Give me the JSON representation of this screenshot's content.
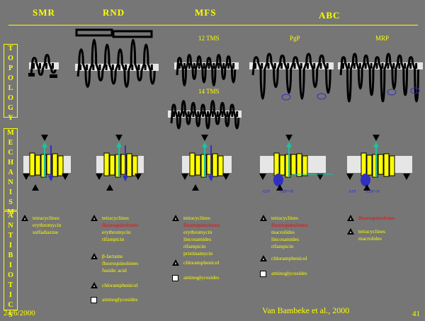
{
  "headers": {
    "smr": "SMR",
    "rnd": "RND",
    "mfs": "MFS",
    "abc": "ABC"
  },
  "sublabels": {
    "mfs12": "12 TMS",
    "mfs14": "14 TMS",
    "pgp": "PgP",
    "mrp": "MRP"
  },
  "side_labels": {
    "topology": "TOPOLOGY",
    "mechanism": "MECHANISM",
    "antibiotics": "ANTIBIOTICS"
  },
  "mechanism_labels": {
    "atp": "ATP",
    "adp": "ADP+Pi"
  },
  "colors": {
    "background": "#767676",
    "text": "#ffff00",
    "highlight": "#ff0000",
    "membrane": "#e6e6e6",
    "helix": "#ffff00",
    "substrate_flow": "#20c0a0",
    "proton_flow": "#3030c0"
  },
  "antibiotics": [
    {
      "family": "SMR",
      "groups": [
        {
          "icon": "triangle",
          "items": [
            {
              "text": "tetracyclines",
              "color": "yellow"
            },
            {
              "text": "erythromycin",
              "color": "yellow"
            },
            {
              "text": "sulfadiazine",
              "color": "yellow"
            }
          ]
        }
      ]
    },
    {
      "family": "RND",
      "groups": [
        {
          "icon": "triangle",
          "items": [
            {
              "text": "tetracyclines",
              "color": "yellow"
            },
            {
              "text": "fluoroquinolones",
              "color": "red"
            },
            {
              "text": "erythromycin",
              "color": "yellow"
            },
            {
              "text": "rifampicin",
              "color": "yellow"
            }
          ]
        },
        {
          "icon": "triangle",
          "items": [
            {
              "text": "β-lactams",
              "color": "yellow"
            },
            {
              "text": "fluoroquinolones",
              "color": "yellow"
            },
            {
              "text": "fusidic acid",
              "color": "yellow"
            }
          ]
        },
        {
          "icon": "triangle",
          "items": [
            {
              "text": "chloramphenicol",
              "color": "yellow"
            }
          ]
        },
        {
          "icon": "square",
          "items": [
            {
              "text": "aminoglycosides",
              "color": "yellow"
            }
          ]
        }
      ]
    },
    {
      "family": "MFS",
      "groups": [
        {
          "icon": "triangle",
          "items": [
            {
              "text": "tetracyclines",
              "color": "yellow"
            },
            {
              "text": "fluoroquinolones",
              "color": "red"
            },
            {
              "text": "erythromycin",
              "color": "yellow"
            },
            {
              "text": "lincosamides",
              "color": "yellow"
            },
            {
              "text": "rifampicin",
              "color": "yellow"
            },
            {
              "text": "pristinamycin",
              "color": "yellow"
            }
          ]
        },
        {
          "icon": "triangle",
          "items": [
            {
              "text": "chloramphenicol",
              "color": "yellow"
            }
          ]
        },
        {
          "icon": "square",
          "items": [
            {
              "text": "aminoglycosides",
              "color": "yellow"
            }
          ]
        }
      ]
    },
    {
      "family": "PgP",
      "groups": [
        {
          "icon": "triangle",
          "items": [
            {
              "text": "tetracyclines",
              "color": "yellow"
            },
            {
              "text": "fluoroquinolones",
              "color": "red"
            },
            {
              "text": "macrolides",
              "color": "yellow"
            },
            {
              "text": "lincosamides",
              "color": "yellow"
            },
            {
              "text": "rifampicin",
              "color": "yellow"
            }
          ]
        },
        {
          "icon": "triangle",
          "items": [
            {
              "text": "chloramphenicol",
              "color": "yellow"
            }
          ]
        },
        {
          "icon": "square",
          "items": [
            {
              "text": "aminoglycosides",
              "color": "yellow"
            }
          ]
        }
      ]
    },
    {
      "family": "MRP",
      "groups": [
        {
          "icon": "triangle",
          "items": [
            {
              "text": "fluoroquinolones",
              "color": "red"
            }
          ]
        },
        {
          "icon": "triangle",
          "items": [
            {
              "text": "tetracyclines",
              "color": "yellow"
            },
            {
              "text": "macrolides",
              "color": "yellow"
            }
          ]
        }
      ]
    }
  ],
  "footer": {
    "date": "24/6/2000",
    "citation": "Van Bambeke et al., 2000",
    "page": "41"
  }
}
